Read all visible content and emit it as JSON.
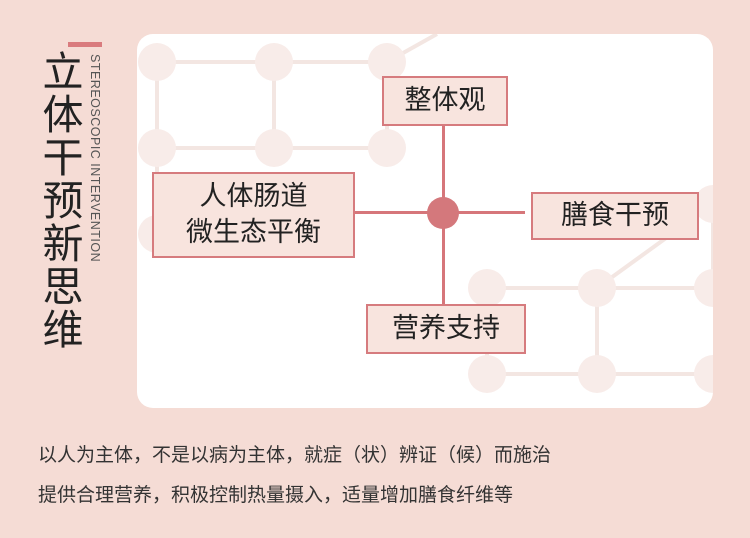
{
  "title": "立体干预新思维",
  "subtitle": "STEREOSCOPIC INTERVENTION",
  "diagram": {
    "center": "",
    "top": "整体观",
    "left_line1": "人体肠道",
    "left_line2": "微生态平衡",
    "right": "膳食干预",
    "bottom": "营养支持"
  },
  "description": {
    "line1": "以人为主体，不是以病为主体，就症（状）辨证（候）而施治",
    "line2": "提供合理营养，积极控制热量摄入，适量增加膳食纤维等"
  },
  "colors": {
    "background": "#f5dcd5",
    "accent": "#d67b7e",
    "box_fill": "#f8e4de"
  }
}
